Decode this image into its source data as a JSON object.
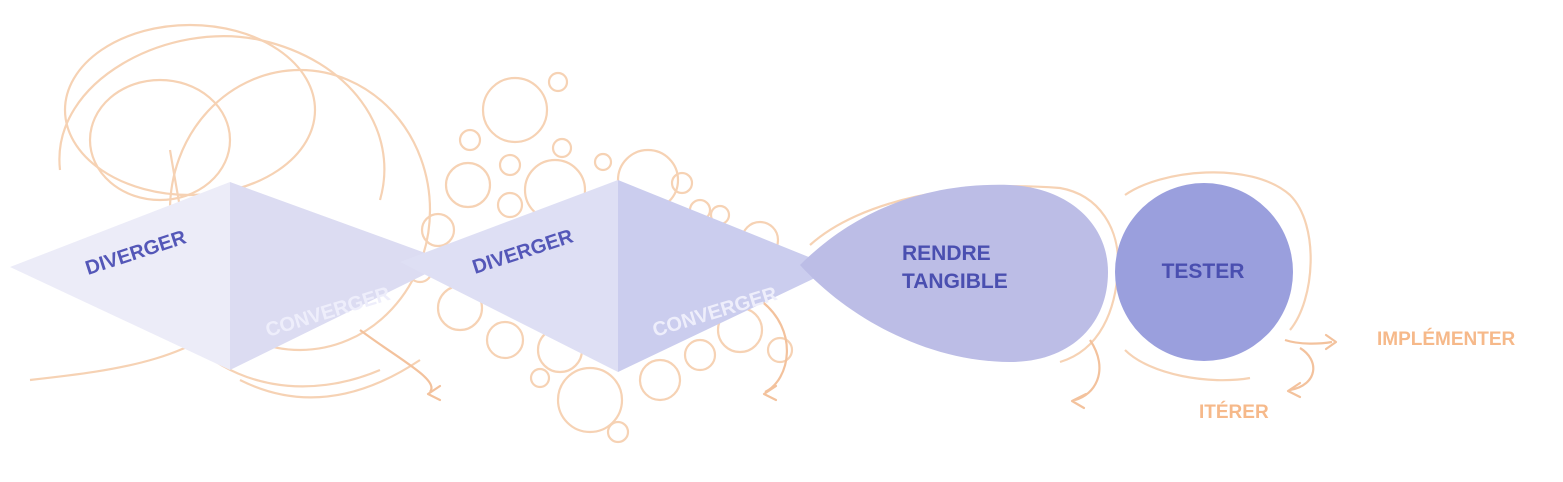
{
  "stages": {
    "diverger_1": "DIVERGER",
    "converger_1": "CONVERGER",
    "diverger_2": "DIVERGER",
    "converger_2": "CONVERGER",
    "rendre_tangible_line1": "RENDRE",
    "rendre_tangible_line2": "TANGIBLE",
    "tester": "TESTER"
  },
  "outcomes": {
    "implementer": "IMPLÉMENTER",
    "iterer": "ITÉRER"
  },
  "colors": {
    "diamond_left_light": "#ececf8",
    "diamond_right_light": "#dcdcf2",
    "diamond_left_mid": "#dedff4",
    "diamond_right_mid": "#cbcdee",
    "blob": "#bcbde6",
    "tester_circle": "#9a9fdd",
    "doodle_orange": "#f6d2b4",
    "text_orange": "#f6b98a",
    "text_blue": "#5457b8"
  }
}
